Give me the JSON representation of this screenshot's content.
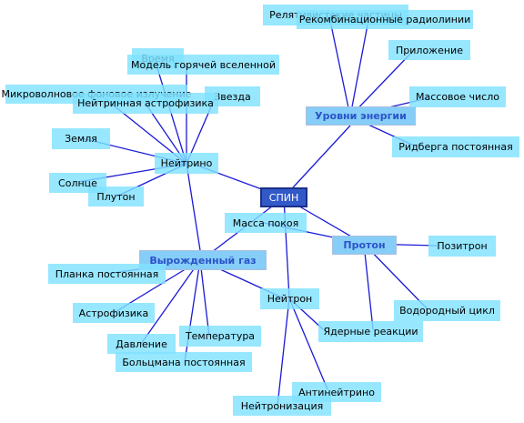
{
  "colors": {
    "edge": "#1a1ad6",
    "leaf_fill": "#80e2ff",
    "hub_fill": "#86cdf7",
    "hub_text": "#2a54c8",
    "center_fill": "#3259c8",
    "center_border": "#1c2f86"
  },
  "nodes": {
    "spin": "СПИН",
    "energy_levels": "Уровни энергии",
    "degenerate_gas": "Вырожденный газ",
    "proton": "Протон",
    "neutrino": "Нейтрино",
    "neutron": "Нейтрон",
    "relativistic_particles": "Релятивистские частицы",
    "recombination_lines": "Рекомбинационные радиолинии",
    "application": "Приложение",
    "mass_number": "Массовое число",
    "rydberg_constant": "Ридберга постоянная",
    "time": "Время",
    "hot_universe_model": "Модель горячей вселенной",
    "microwave_background": "Микроволновое фоновое излучение",
    "star": "Звезда",
    "neutrino_astrophysics": "Нейтринная астрофизика",
    "earth": "Земля",
    "sun": "Солнце",
    "pluto": "Плутон",
    "rest_mass": "Масса покоя",
    "positron": "Позитрон",
    "planck_constant": "Планка постоянная",
    "hydrogen_cycle": "Водородный цикл",
    "astrophysics": "Астрофизика",
    "nuclear_reactions": "Ядерные реакции",
    "temperature": "Температура",
    "pressure": "Давление",
    "boltzmann_constant": "Больцмана постоянная",
    "antineutrino": "Антинейтрино",
    "neutronization": "Нейтронизация"
  }
}
